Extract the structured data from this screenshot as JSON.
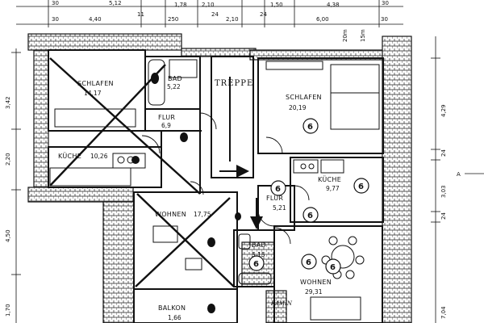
{
  "top_dimensions": {
    "row1": [
      "30",
      "5,12",
      "1,78",
      "2,10",
      "1,50",
      "4,38",
      "30"
    ],
    "row2": [
      "30",
      "4,40",
      "11",
      "250",
      "24",
      "2,10",
      "24",
      "6,00",
      "30"
    ]
  },
  "left_dimensions": [
    "3,42",
    "2,20",
    "4,50",
    "1,70"
  ],
  "right_dimensions": [
    "4,29",
    "24",
    "3,03",
    "24",
    "7,04"
  ],
  "small_marks": [
    "20m",
    "15m"
  ],
  "section_marker": "A",
  "rooms": [
    {
      "id": "schlafen-left",
      "name": "SCHLAFEN",
      "area": "14,17"
    },
    {
      "id": "bad-left",
      "name": "BAD",
      "area": "5,22"
    },
    {
      "id": "flur-left",
      "name": "FLUR",
      "area": "6,9"
    },
    {
      "id": "kueche-left",
      "name": "KÜCHE",
      "area": "10,26"
    },
    {
      "id": "wohnen-left",
      "name": "WOHNEN",
      "area": "17,75"
    },
    {
      "id": "balkon",
      "name": "BALKON",
      "area": "1,66"
    },
    {
      "id": "treppe",
      "name": "TREPPE",
      "area": ""
    },
    {
      "id": "schlafen-right",
      "name": "SCHLAFEN",
      "area": "20,19"
    },
    {
      "id": "kueche-right",
      "name": "KÜCHE",
      "area": "9,77"
    },
    {
      "id": "flur-right",
      "name": "FLUR",
      "area": "5,21"
    },
    {
      "id": "bad-right",
      "name": "BAD",
      "area": "5,15"
    },
    {
      "id": "wohnen-right",
      "name": "WOHNEN",
      "area": "29,31"
    }
  ],
  "badges": [
    "6",
    "6",
    "6",
    "6",
    "6",
    "6",
    "6"
  ],
  "kamin_label": "KAMIN"
}
